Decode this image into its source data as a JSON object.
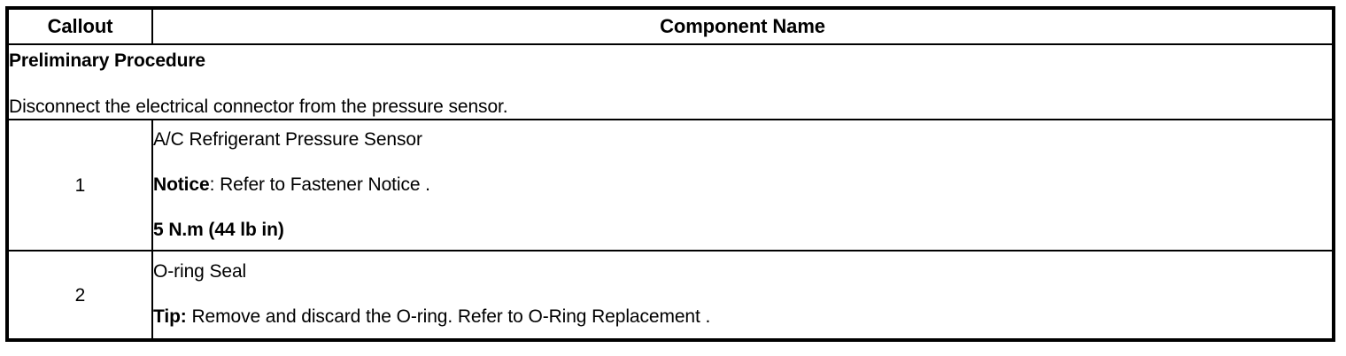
{
  "table": {
    "headers": {
      "callout": "Callout",
      "component_name": "Component Name"
    },
    "preliminary": {
      "title": "Preliminary Procedure",
      "text": "Disconnect the electrical connector from the pressure sensor."
    },
    "rows": [
      {
        "callout": "1",
        "name": "A/C Refrigerant Pressure Sensor",
        "notice_label": "Notice",
        "notice_text": ": Refer to Fastener Notice .",
        "torque": "5 N.m (44 lb in)"
      },
      {
        "callout": "2",
        "name": "O-ring Seal",
        "tip_label": "Tip:",
        "tip_text": " Remove and discard the O-ring. Refer to O-Ring Replacement ."
      }
    ]
  }
}
